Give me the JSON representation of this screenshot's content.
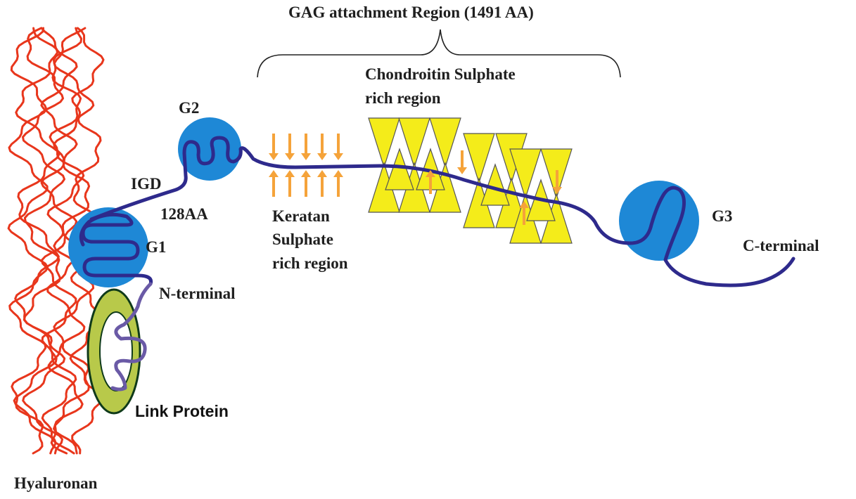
{
  "labels": {
    "gag_region": "GAG attachment  Region  (1491 AA)",
    "cs_line1": "Chondroitin Sulphate",
    "cs_line2": "rich region",
    "g2": "G2",
    "igd": "IGD",
    "aa128": "128AA",
    "g1": "G1",
    "n_terminal": "N-terminal",
    "ks_line1": "Keratan",
    "ks_line2": "Sulphate",
    "ks_line3": "rich region",
    "g3": "G3",
    "c_terminal": "C-terminal",
    "link_protein": "Link Protein",
    "hyaluronan": "Hyaluronan"
  },
  "colors": {
    "hyaluronan": "#e8361c",
    "core_protein": "#2e2a8c",
    "link_strand": "#6a5aa6",
    "globular_domain": "#1e88d6",
    "link_protein": "#b8c94a",
    "keratan_arrow": "#f5a33a",
    "chondroitin_triangle": "#f4ec1a",
    "label": "#1f1f1f"
  },
  "icons": {
    "keratan_sulphate": "arrow-pair",
    "chondroitin_sulphate": "triangle"
  }
}
